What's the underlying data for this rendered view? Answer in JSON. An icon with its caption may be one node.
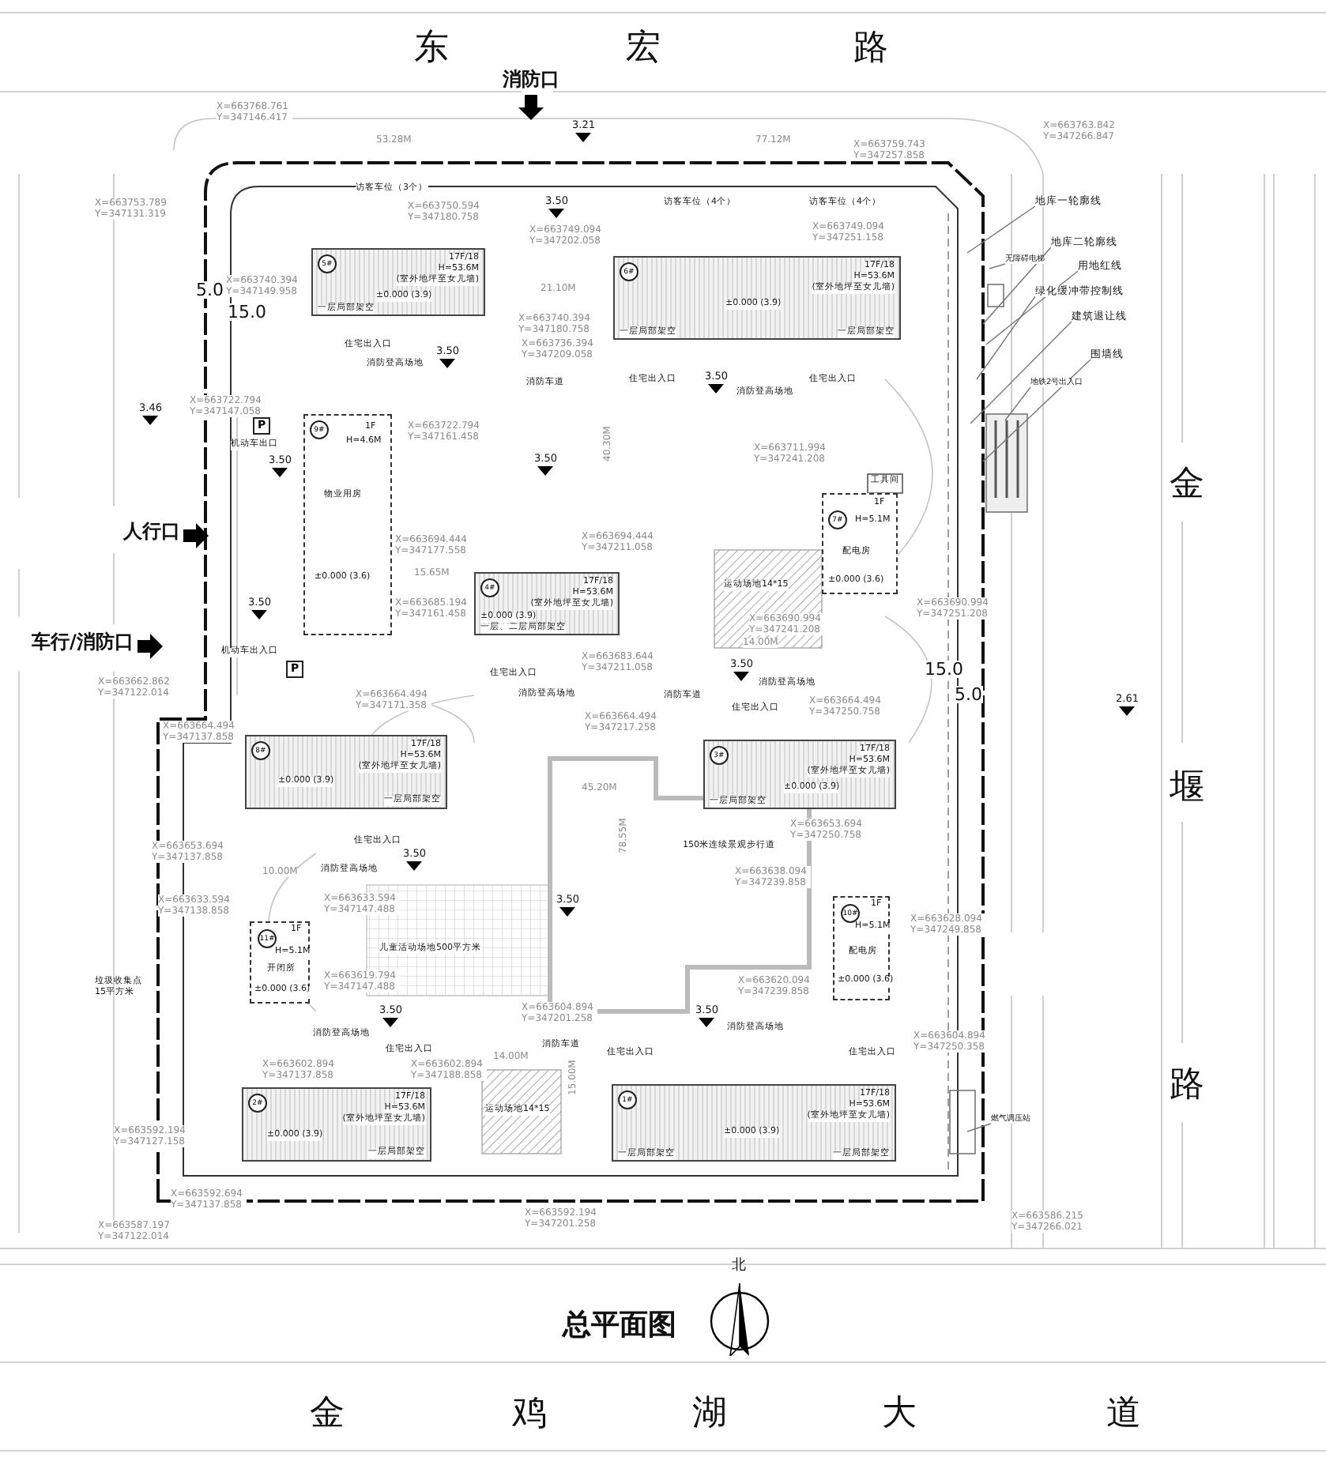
{
  "diagram": {
    "title": "总平面图",
    "nodes": [
      {
        "text": [
          "5#",
          "17F/18",
          "H=53.6M",
          "(室外地坪至女儿墙)",
          "±0.000 (3.9)",
          "一层局部架空"
        ]
      },
      {
        "text": [
          "6#",
          "17F/18",
          "H=53.6M",
          "(室外地坪至女儿墙)",
          "±0.000 (3.9)",
          "一层局部架空",
          "一层局部架空"
        ]
      },
      {
        "text": [
          "9#",
          "1F",
          "H=4.6M",
          "物业用房",
          "±0.000 (3.6)"
        ]
      },
      {
        "text": [
          "4#",
          "17F/18",
          "H=53.6M",
          "(室外地坪至女儿墙)",
          "±0.000 (3.9)",
          "一层、二层局部架空"
        ]
      },
      {
        "text": [
          "7#",
          "1F",
          "H=5.1M",
          "配电房",
          "±0.000 (3.6)"
        ]
      },
      {
        "text": [
          "8#",
          "17F/18",
          "H=53.6M",
          "(室外地坪至女儿墙)",
          "±0.000 (3.9)",
          "一层局部架空"
        ]
      },
      {
        "text": [
          "3#",
          "17F/18",
          "H=53.6M",
          "(室外地坪至女儿墙)",
          "±0.000 (3.9)",
          "一层局部架空"
        ]
      },
      {
        "text": [
          "11#",
          "1F",
          "H=5.1M",
          "开闭所",
          "±0.000 (3.6)"
        ]
      },
      {
        "text": [
          "10#",
          "1F",
          "H=5.1M",
          "配电房",
          "±0.000 (3.6)"
        ]
      },
      {
        "text": [
          "2#",
          "17F/18",
          "H=53.6M",
          "(室外地坪至女儿墙)",
          "±0.000 (3.9)",
          "一层局部架空"
        ]
      },
      {
        "text": [
          "1#",
          "17F/18",
          "H=53.6M",
          "(室外地坪至女儿墙)",
          "±0.000 (3.9)",
          "一层局部架空",
          "一层局部架空"
        ]
      },
      {
        "text": [
          "地库一轮廓线"
        ]
      },
      {
        "text": [
          "地库二轮廓线"
        ]
      },
      {
        "text": [
          "无障碍电梯"
        ]
      },
      {
        "text": [
          "用地红线"
        ]
      },
      {
        "text": [
          "绿化缓冲带控制线"
        ]
      },
      {
        "text": [
          "建筑退让线"
        ]
      },
      {
        "text": [
          "围墙线"
        ]
      },
      {
        "text": [
          "地铁2号出入口"
        ]
      },
      {
        "text": [
          "燃气调压站"
        ]
      }
    ],
    "edges": [
      {
        "from": 11,
        "to": null,
        "arrow": "none"
      },
      {
        "from": 12,
        "to": null,
        "arrow": "none"
      },
      {
        "from": 13,
        "to": null,
        "arrow": "none"
      },
      {
        "from": 14,
        "to": null,
        "arrow": "none"
      },
      {
        "from": 15,
        "to": null,
        "arrow": "none"
      },
      {
        "from": 16,
        "to": null,
        "arrow": "none"
      },
      {
        "from": 17,
        "to": null,
        "arrow": "none"
      },
      {
        "from": 18,
        "to": null,
        "arrow": "none"
      },
      {
        "from": 19,
        "to": null,
        "arrow": "none"
      }
    ],
    "labels": [
      "东",
      "宏",
      "路",
      "消防口",
      "X=663768.761 Y=347146.417",
      "3.21",
      "53.28M",
      "77.12M",
      "X=663763.842 Y=347266.847",
      "X=663759.743 Y=347257.858",
      "访客车位（3个）",
      "访客车位（4个）",
      "访客车位（4个）",
      "X=663753.789 Y=347131.319",
      "X=663750.594 Y=347180.758",
      "3.50",
      "X=663749.094 Y=347202.058",
      "X=663749.094 Y=347251.158",
      "5.0",
      "X=663740.394 Y=347149.958",
      "15.0",
      "21.10M",
      "X=663740.394 Y=347180.758",
      "X=663736.394 Y=347209.058",
      "住宅出入口",
      "消防登高场地",
      "3.50",
      "消防车道",
      "住宅出入口",
      "3.50",
      "消防登高场地",
      "住宅出入口",
      "X=663722.794 Y=347147.058",
      "3.46",
      "P",
      "机动车出口",
      "X=663722.794 Y=347161.458",
      "3.50",
      "3.50",
      "X=663711.994 Y=347241.208",
      "40.30M",
      "人行口",
      "X=663694.444 Y=347177.558",
      "X=663694.444 Y=347211.058",
      "15.65M",
      "X=663685.194 Y=347161.458",
      "X=663690.994 Y=347241.208",
      "X=663690.994 Y=347251.208",
      "运动场地14*15",
      "14.00M",
      "3.50",
      "车行/消防口",
      "X=663662.862 Y=347122.014",
      "机动车出入口",
      "P",
      "X=663683.644 Y=347211.058",
      "住宅出入口",
      "消防登高场地",
      "3.50",
      "消防车道",
      "消防登高场地",
      "15.0",
      "5.0",
      "X=663664.494 Y=347171.358",
      "X=663664.494 Y=347217.258",
      "住宅出入口",
      "X=663664.494 Y=347250.758",
      "2.61",
      "X=663664.494 Y=347137.858",
      "45.20M",
      "X=663653.694 Y=347250.758",
      "150米连续景观步行道",
      "X=663653.694 Y=347137.858",
      "住宅出入口",
      "3.50",
      "10.00M",
      "消防登高场地",
      "78.55M",
      "X=663638.094 Y=347239.858",
      "X=663633.594 Y=347138.858",
      "X=663633.594 Y=347147.488",
      "3.50",
      "X=663628.094 Y=347249.858",
      "儿童活动场地500平方米",
      "垃圾收集点 15平方米",
      "X=663619.794 Y=347147.488",
      "X=663620.094 Y=347239.858",
      "X=663604.894 Y=347201.258",
      "3.50",
      "消防登高场地",
      "3.50",
      "消防登高场地",
      "X=663604.894 Y=347250.358",
      "住宅出入口",
      "14.00M",
      "消防车道",
      "住宅出入口",
      "住宅出入口",
      "X=663602.894 Y=347137.858",
      "X=663602.894 Y=347188.858",
      "运动场地14*15",
      "15.00M",
      "X=663592.194 Y=347127.158",
      "X=663592.694 Y=347137.858",
      "X=663592.194 Y=347201.258",
      "X=663587.197 Y=347122.014",
      "X=663586.215 Y=347266.021",
      "北",
      "金",
      "堰",
      "路",
      "金",
      "鸡",
      "湖",
      "大",
      "道",
      "工具间"
    ]
  }
}
